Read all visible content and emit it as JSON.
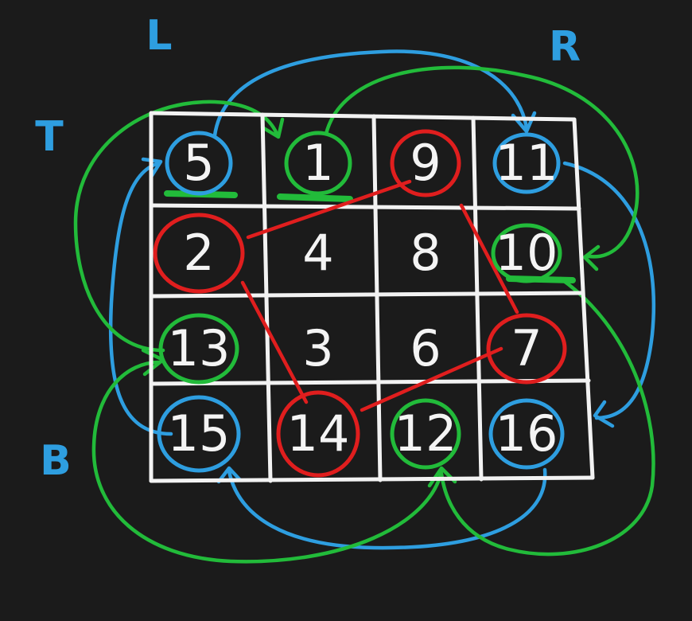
{
  "colors": {
    "background": "#1b1b1b",
    "grid": "#f2f2f2",
    "blue": "#2e9ee0",
    "green": "#22bb3a",
    "red": "#e01e1e"
  },
  "corner_labels": {
    "top_left_upper": "L",
    "top_right": "R",
    "left_upper": "T",
    "left_lower": "B"
  },
  "grid": {
    "rows": [
      [
        "5",
        "1",
        "9",
        "11"
      ],
      [
        "2",
        "4",
        "8",
        "10"
      ],
      [
        "13",
        "3",
        "6",
        "7"
      ],
      [
        "15",
        "14",
        "12",
        "16"
      ]
    ],
    "ring_colors": [
      [
        "blue",
        "green",
        "red",
        "blue"
      ],
      [
        "red",
        "none",
        "none",
        "green"
      ],
      [
        "green",
        "none",
        "none",
        "red"
      ],
      [
        "blue",
        "red",
        "green",
        "blue"
      ]
    ]
  }
}
